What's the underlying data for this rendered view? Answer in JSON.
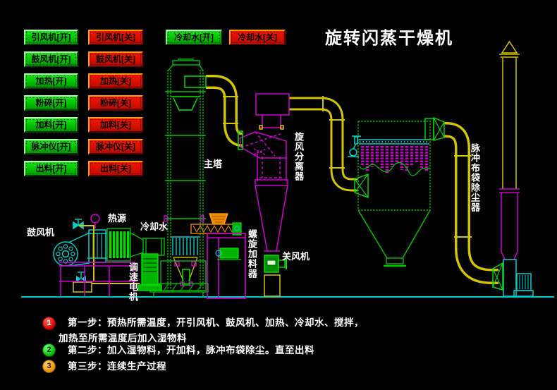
{
  "title": "旋转闪蒸干燥机",
  "controls": {
    "on": [
      "引风机[开]",
      "鼓风机[开]",
      "加热[开]",
      "粉碎[开]",
      "加料[开]",
      "脉冲仪[开]",
      "出料[开]"
    ],
    "off": [
      "引风机[关]",
      "鼓风机[关]",
      "加热[关]",
      "粉碎[关]",
      "加料[关]",
      "脉冲仪[关]",
      "出料[关]"
    ],
    "cooling_on": "冷却水[开]",
    "cooling_off": "冷却水[关]"
  },
  "diagram": {
    "labels": {
      "blower": "鼓风机",
      "heat_source": "热源",
      "cooling_water": "冷却水",
      "speed_motor": "调速电机",
      "main_tower": "主塔",
      "screw_feeder": "螺旋加料器",
      "rotary_valve": "关风机",
      "cyclone": "旋风分离器",
      "bag_filter": "脉冲布袋除尘器"
    },
    "colors": {
      "pipe_yellow": "#d4c400",
      "equipment_green": "#00c800",
      "cyclone_magenta": "#cf00cf",
      "fan_cyan": "#00cfcf",
      "hopper_orange": "#ee8800",
      "ground_cyan": "#00c8c8"
    }
  },
  "steps": [
    {
      "num": "1",
      "line1": "第一步：预热所需温度，开引风机、鼓风机、加热、冷却水、搅拌，",
      "line2": "加热至所需温度后加入湿物料"
    },
    {
      "num": "2",
      "line1": "第二步：加入湿物料，开加料，脉冲布袋除尘。直至出料"
    },
    {
      "num": "3",
      "line1": "第三步：连续生产过程"
    }
  ]
}
